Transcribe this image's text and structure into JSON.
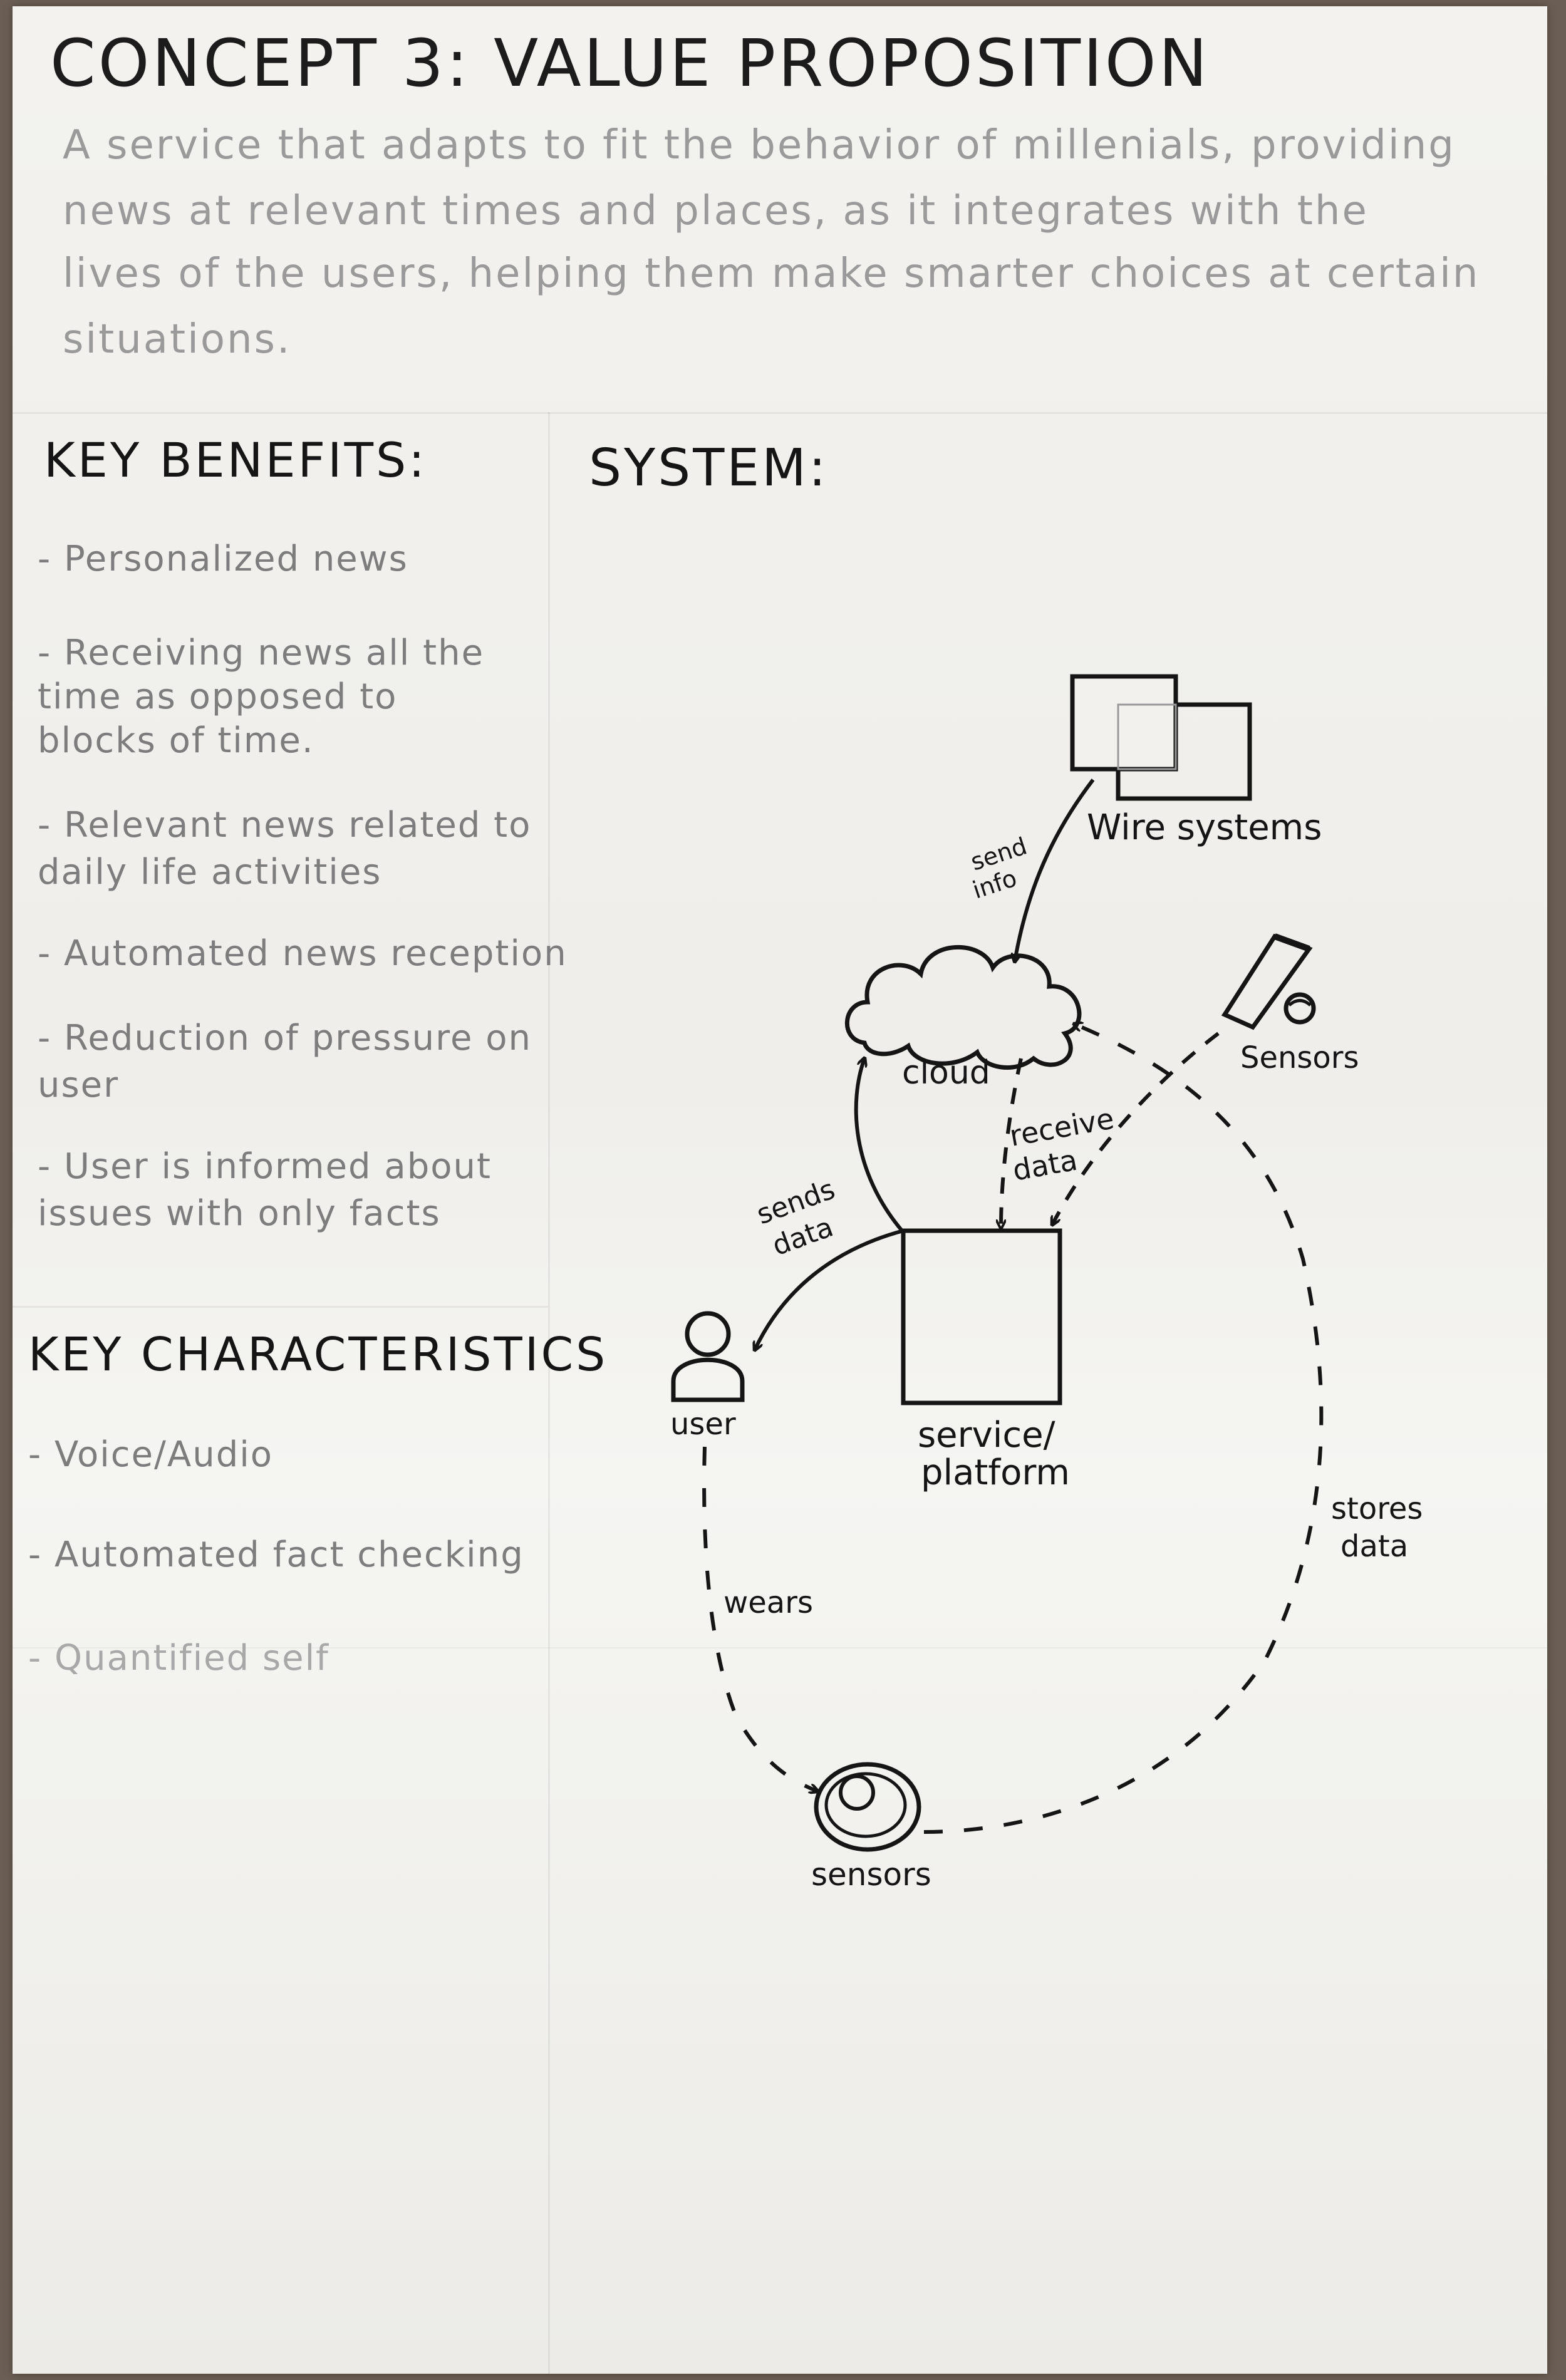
{
  "title": "CONCEPT 3: VALUE PROPOSITION",
  "description_lines": [
    "A service that adapts to fit the behavior of millenials, providing",
    "news at relevant times and places, as it integrates with the",
    "lives of the users, helping them make smarter choices at certain",
    "situations."
  ],
  "key_benefits": {
    "title": "KEY BENEFITS:",
    "items": [
      [
        "- Personalized news"
      ],
      [
        "- Receiving news all the",
        "  time as opposed to",
        "  blocks of time."
      ],
      [
        "- Relevant news related to",
        "  daily life activities"
      ],
      [
        "- Automated news reception"
      ],
      [
        "- Reduction of pressure on",
        "  user"
      ],
      [
        "- User is informed about",
        "  issues with only facts"
      ]
    ]
  },
  "key_characteristics": {
    "title": "KEY CHARACTERISTICS",
    "items": [
      "- Voice/Audio",
      "- Automated fact checking",
      "- Quantified self"
    ]
  },
  "system": {
    "title": "SYSTEM:",
    "nodes": {
      "wire_systems": "Wire systems",
      "cloud": "cloud",
      "sensors_top": "Sensors",
      "service_platform_1": "service/",
      "service_platform_2": "platform",
      "user": "user",
      "sensors_bottom": "sensors"
    },
    "edges": {
      "send_info_1": "send",
      "send_info_2": "info",
      "receive_data_1": "receive",
      "receive_data_2": "data",
      "sends_data_1": "sends",
      "sends_data_2": "data",
      "stores_data_1": "stores",
      "stores_data_2": "data",
      "wears": "wears"
    }
  }
}
